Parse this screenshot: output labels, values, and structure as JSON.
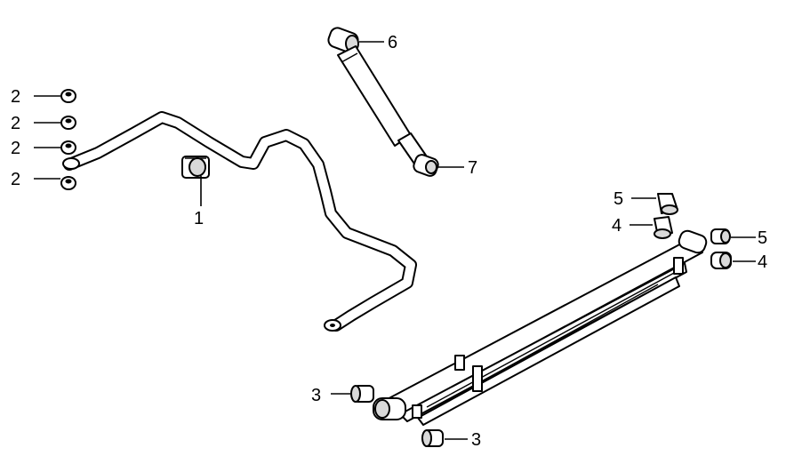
{
  "callouts": {
    "stabilizer_bushing": "1",
    "nut_a": "2",
    "nut_b": "2",
    "nut_c": "2",
    "nut_d": "2",
    "spring_bushing_front": "3",
    "spring_bushing_rear": "3",
    "shackle_bushing_upper": "5",
    "shackle_bushing_lower": "4",
    "shackle_bushing_right_upper": "5",
    "shackle_bushing_right_lower": "4",
    "shock_upper_bushing": "6",
    "shock_lower_bushing": "7"
  },
  "colors": {
    "line": "#000000",
    "background": "#ffffff"
  }
}
